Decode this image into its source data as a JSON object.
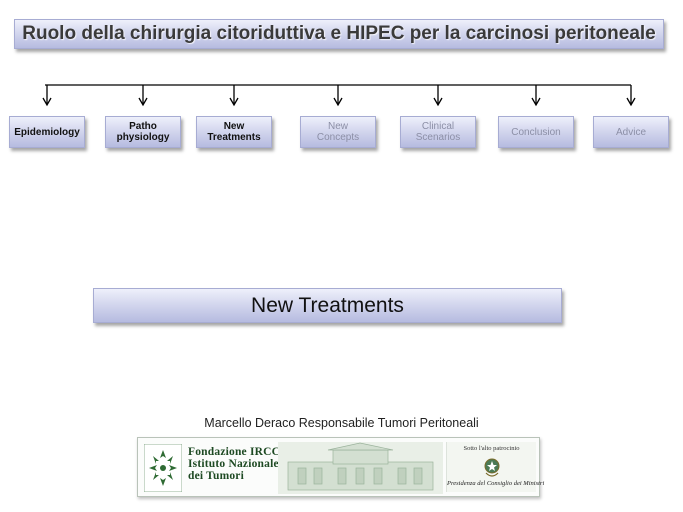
{
  "title": "Ruolo della chirurgia citoriduttiva e HIPEC per la carcinosi peritoneale",
  "nodes": [
    {
      "line1": "Epidemiology",
      "line2": "",
      "state": "active"
    },
    {
      "line1": "Patho",
      "line2": "physiology",
      "state": "active"
    },
    {
      "line1": "New",
      "line2": "Treatments",
      "state": "active"
    },
    {
      "line1": "New",
      "line2": "Concepts",
      "state": "inactive"
    },
    {
      "line1": "Clinical",
      "line2": "Scenarios",
      "state": "inactive"
    },
    {
      "line1": "Conclusion",
      "line2": "",
      "state": "inactive"
    },
    {
      "line1": "Advice",
      "line2": "",
      "state": "inactive"
    }
  ],
  "banner": "New Treatments",
  "author": "Marcello Deraco Responsabile Tumori Peritoneali",
  "logo": {
    "line1": "Fondazione IRCCS",
    "line2": "Istituto Nazionale",
    "line3": "dei Tumori",
    "patronage_top": "Sotto l'alto patrocinio",
    "patronage_bottom": "Presidenza del Consiglio dei Ministri"
  },
  "colors": {
    "active_text": "#111111",
    "inactive_text": "#8c8fa6",
    "box_fill": "#d4d7ee",
    "logo_green": "#1e4a23"
  }
}
